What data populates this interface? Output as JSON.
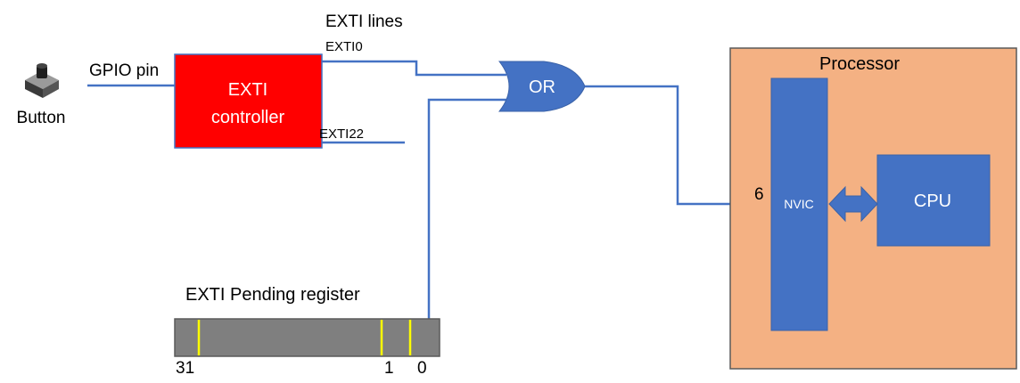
{
  "labels": {
    "button": "Button",
    "gpio_pin": "GPIO pin",
    "exti_controller_line1": "EXTI",
    "exti_controller_line2": "controller",
    "exti_lines": "EXTI lines",
    "exti0": "EXTI0",
    "exti22": "EXTI22",
    "or_gate": "OR",
    "processor": "Processor",
    "nvic": "NVIC",
    "nvic_input": "6",
    "cpu": "CPU",
    "pending_register": "EXTI Pending register",
    "bit_31": "31",
    "bit_1": "1",
    "bit_0": "0"
  },
  "colors": {
    "wire": "#4472c4",
    "exti_controller": "#ff0000",
    "or_gate": "#4472c4",
    "processor_box": "#f4b183",
    "processor_border": "#5a5a5a",
    "nvic": "#4472c4",
    "cpu": "#4472c4",
    "register": "#7f7f7f",
    "register_bit_marker": "#ffff00"
  },
  "icons": {
    "button": "push-button-icon"
  }
}
